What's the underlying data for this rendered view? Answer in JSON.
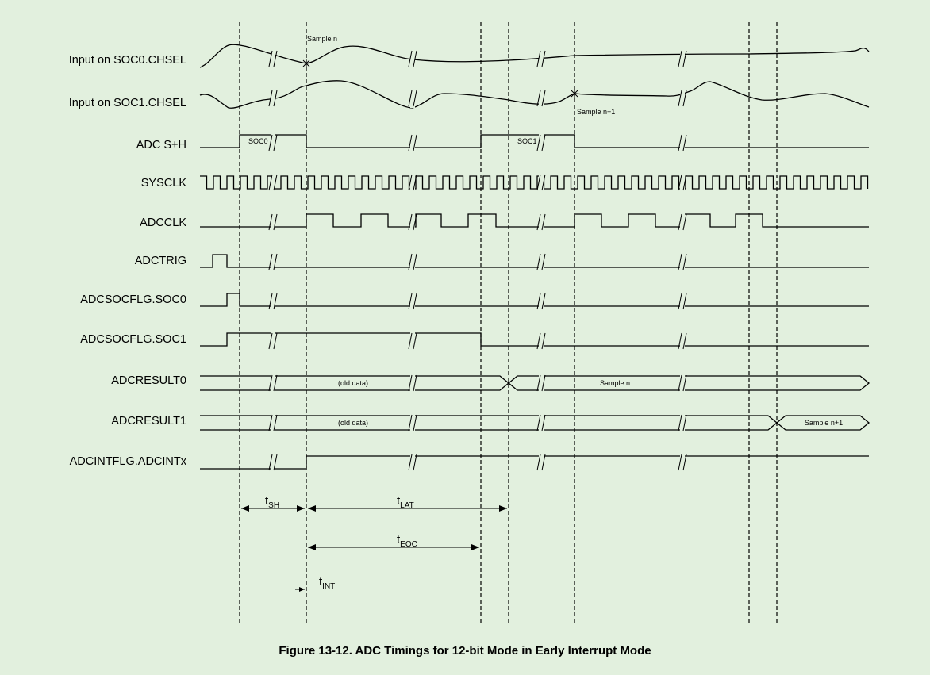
{
  "signals": [
    {
      "id": "soc0-chsel",
      "label": "Input on SOC0.CHSEL"
    },
    {
      "id": "soc1-chsel",
      "label": "Input on SOC1.CHSEL"
    },
    {
      "id": "adc-sh",
      "label": "ADC S+H"
    },
    {
      "id": "sysclk",
      "label": "SYSCLK"
    },
    {
      "id": "adcclk",
      "label": "ADCCLK"
    },
    {
      "id": "adctrig",
      "label": "ADCTRIG"
    },
    {
      "id": "adcsocflg-soc0",
      "label": "ADCSOCFLG.SOC0"
    },
    {
      "id": "adcsocflg-soc1",
      "label": "ADCSOCFLG.SOC1"
    },
    {
      "id": "adcresult0",
      "label": "ADCRESULT0"
    },
    {
      "id": "adcresult1",
      "label": "ADCRESULT1"
    },
    {
      "id": "adcintflg",
      "label": "ADCINTFLG.ADCINTx"
    }
  ],
  "annotations": {
    "sample_n": "Sample n",
    "sample_n1": "Sample n+1",
    "soc0": "SOC0",
    "soc1": "SOC1",
    "old_data_0": "(old data)",
    "old_data_1": "(old data)",
    "result0_sample": "Sample n",
    "result1_sample": "Sample n+1"
  },
  "timings": {
    "t_sh": {
      "base": "t",
      "sub": "SH"
    },
    "t_lat": {
      "base": "t",
      "sub": "LAT"
    },
    "t_eoc": {
      "base": "t",
      "sub": "EOC"
    },
    "t_int": {
      "base": "t",
      "sub": "INT"
    }
  },
  "caption": "Figure 13-12. ADC Timings for 12-bit Mode in Early Interrupt Mode"
}
